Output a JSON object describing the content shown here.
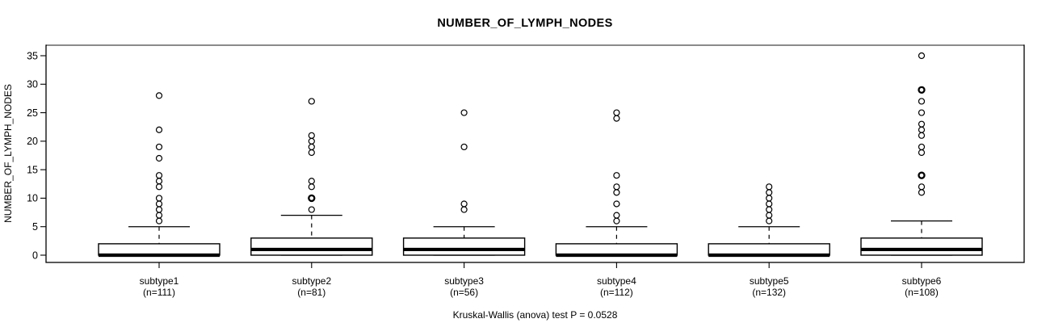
{
  "colors": {
    "background": "#ffffff",
    "foreground": "#000000",
    "frame_top_shadow": "#8a8a8a",
    "box_fill": "#ffffff"
  },
  "chart_data": {
    "type": "boxplot",
    "title": "NUMBER_OF_LYMPH_NODES",
    "ylabel": "NUMBER_OF_LYMPH_NODES",
    "xlabel": "",
    "footer": "Kruskal-Wallis (anova) test P = 0.0528",
    "ylim": [
      0,
      35
    ],
    "yticks": [
      0,
      5,
      10,
      15,
      20,
      25,
      30,
      35
    ],
    "grid": false,
    "legend": null,
    "groups": [
      {
        "label": "subtype1",
        "sublabel": "(n=111)",
        "n": 111,
        "whisker_low": 0,
        "q1": 0,
        "median": 0,
        "q3": 2,
        "whisker_high": 5,
        "outliers": [
          6,
          7,
          8,
          9,
          10,
          12,
          13,
          14,
          17,
          19,
          22,
          28
        ],
        "outliers_bold": []
      },
      {
        "label": "subtype2",
        "sublabel": "(n=81)",
        "n": 81,
        "whisker_low": 0,
        "q1": 0,
        "median": 1,
        "q3": 3,
        "whisker_high": 7,
        "outliers": [
          8,
          10,
          12,
          13,
          18,
          19,
          20,
          21,
          27
        ],
        "outliers_bold": [
          10
        ]
      },
      {
        "label": "subtype3",
        "sublabel": "(n=56)",
        "n": 56,
        "whisker_low": 0,
        "q1": 0,
        "median": 1,
        "q3": 3,
        "whisker_high": 5,
        "outliers": [
          8,
          9,
          19,
          25
        ],
        "outliers_bold": []
      },
      {
        "label": "subtype4",
        "sublabel": "(n=112)",
        "n": 112,
        "whisker_low": 0,
        "q1": 0,
        "median": 0,
        "q3": 2,
        "whisker_high": 5,
        "outliers": [
          6,
          7,
          9,
          11,
          12,
          14,
          24,
          25
        ],
        "outliers_bold": []
      },
      {
        "label": "subtype5",
        "sublabel": "(n=132)",
        "n": 132,
        "whisker_low": 0,
        "q1": 0,
        "median": 0,
        "q3": 2,
        "whisker_high": 5,
        "outliers": [
          6,
          7,
          8,
          9,
          10,
          11,
          12
        ],
        "outliers_bold": []
      },
      {
        "label": "subtype6",
        "sublabel": "(n=108)",
        "n": 108,
        "whisker_low": 0,
        "q1": 0,
        "median": 1,
        "q3": 3,
        "whisker_high": 6,
        "outliers": [
          11,
          12,
          14,
          18,
          19,
          21,
          22,
          23,
          25,
          27,
          29,
          35
        ],
        "outliers_bold": [
          14,
          29
        ]
      }
    ]
  }
}
